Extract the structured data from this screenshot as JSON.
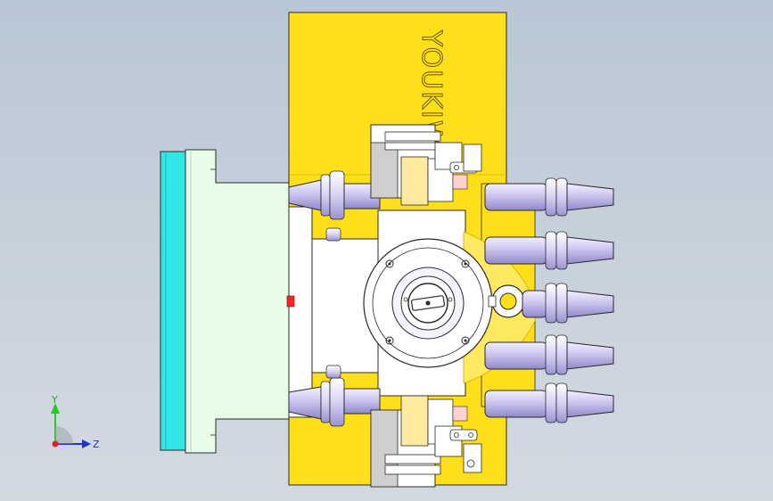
{
  "model": {
    "brand_text": "YOUKIW",
    "colors": {
      "yellow_plate": "#ffde1a",
      "mint_plate": "#e8fde8",
      "cyan_plate": "#33e6e6",
      "body_white": "#ffffff",
      "tool_holder": "#c9c3ee",
      "outline": "#2a2a2a",
      "accent_red": "#ff0000"
    }
  },
  "triad": {
    "x_label": "",
    "y_label": "Y",
    "z_label": "Z",
    "y_color": "#22cc22",
    "z_color": "#2233cc",
    "origin_color": "#dd2222"
  }
}
